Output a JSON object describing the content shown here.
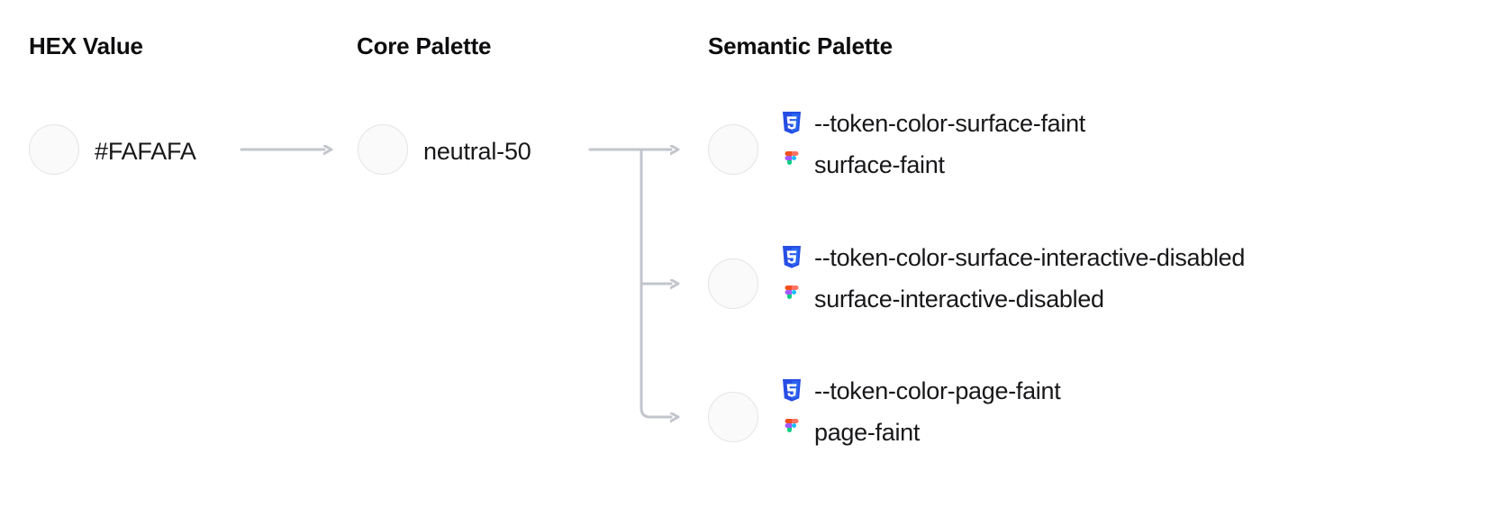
{
  "columns": {
    "hex": "HEX Value",
    "core": "Core Palette",
    "semantic": "Semantic Palette"
  },
  "source": {
    "hex_value": "#FAFAFA",
    "core_name": "neutral-50",
    "swatch_color": "#FAFAFA"
  },
  "icons": {
    "css": "css3-icon",
    "figma": "figma-icon",
    "arrow": "arrow-right-icon"
  },
  "semantic_tokens": [
    {
      "css_variable": "--token-color-surface-faint",
      "figma_name": "surface-faint",
      "swatch_color": "#FAFAFA"
    },
    {
      "css_variable": "--token-color-surface-interactive-disabled",
      "figma_name": "surface-interactive-disabled",
      "swatch_color": "#FAFAFA"
    },
    {
      "css_variable": "--token-color-page-faint",
      "figma_name": "page-faint",
      "swatch_color": "#FAFAFA"
    }
  ],
  "theme": {
    "background": "#FFFFFF",
    "text": "#18181B",
    "heading": "#0D0D0F",
    "connector": "#C2C6CC",
    "swatch_border": "#E4E4E7",
    "css_icon_blue": "#264DE4",
    "figma_red": "#F24E1E",
    "figma_orange": "#FF7262",
    "figma_purple": "#A259FF",
    "figma_blue": "#1ABCFE",
    "figma_green": "#0ACF83"
  }
}
